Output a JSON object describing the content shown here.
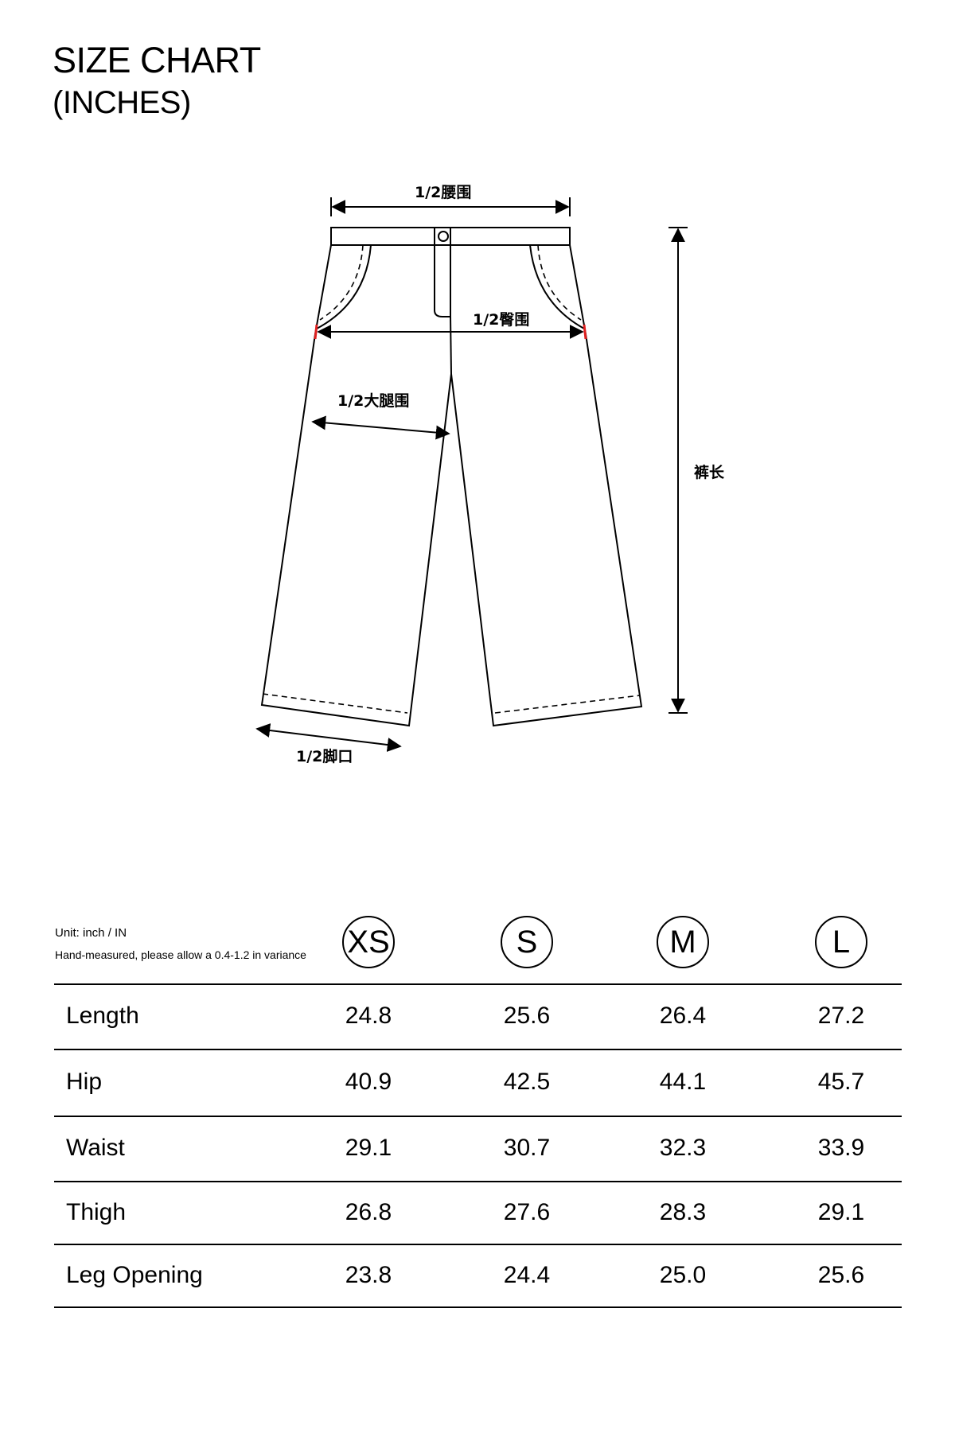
{
  "title": {
    "line1": "SIZE CHART",
    "line2": "(INCHES)"
  },
  "diagram": {
    "labels": {
      "half_waist": "1/2腰围",
      "half_hip": "1/2臀围",
      "half_thigh": "1/2大腿围",
      "length": "裤长",
      "half_leg_opening": "1/2脚口"
    },
    "accent_color": "#e02020"
  },
  "table": {
    "unit": "Unit: inch / IN",
    "note": "Hand-measured, please allow a 0.4-1.2 in variance",
    "sizes": [
      "XS",
      "S",
      "M",
      "L"
    ],
    "rows": [
      {
        "label": "Length",
        "values": [
          "24.8",
          "25.6",
          "26.4",
          "27.2"
        ]
      },
      {
        "label": "Hip",
        "values": [
          "40.9",
          "42.5",
          "44.1",
          "45.7"
        ]
      },
      {
        "label": "Waist",
        "values": [
          "29.1",
          "30.7",
          "32.3",
          "33.9"
        ]
      },
      {
        "label": "Thigh",
        "values": [
          "26.8",
          "27.6",
          "28.3",
          "29.1"
        ]
      },
      {
        "label": "Leg Opening",
        "values": [
          "23.8",
          "24.4",
          "25.0",
          "25.6"
        ]
      }
    ]
  }
}
